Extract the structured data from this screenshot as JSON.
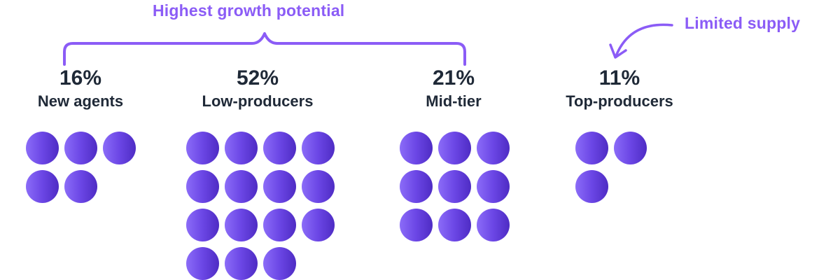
{
  "annotations": {
    "growth": "Highest growth potential",
    "supply": "Limited supply"
  },
  "colors": {
    "accent": "#8b5cf6",
    "text": "#1f2937",
    "dot_light": "#8b6cf8",
    "dot_dark": "#4e2cc4"
  },
  "chart_data": {
    "type": "waffle",
    "categories": [
      "New agents",
      "Low-producers",
      "Mid-tier",
      "Top-producers"
    ],
    "values": [
      16,
      52,
      21,
      11
    ],
    "value_labels": [
      "16%",
      "52%",
      "21%",
      "11%"
    ],
    "dot_counts": [
      5,
      15,
      9,
      3
    ],
    "dots_per_row": [
      3,
      4,
      3,
      2
    ]
  }
}
